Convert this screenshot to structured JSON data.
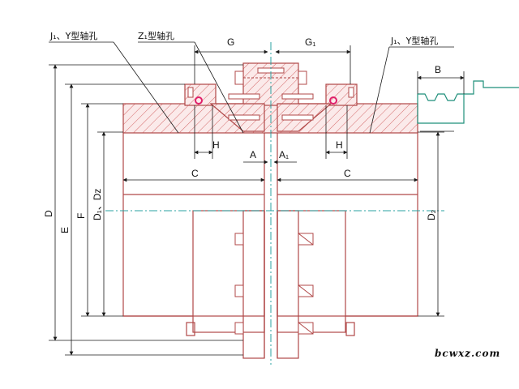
{
  "callouts": {
    "left_bore": "J₁、Y型轴孔",
    "center_bore": "Z₁型轴孔",
    "right_bore": "J₁、Y型轴孔"
  },
  "dims": {
    "G": "G",
    "G1": "G₁",
    "B": "B",
    "H_left": "H",
    "H_right": "H",
    "A": "A",
    "A1": "A₁",
    "C_left": "C",
    "C_right": "C",
    "D": "D",
    "E": "E",
    "F": "F",
    "D1_Dz": "D₁、Dz",
    "D2": "D₂"
  },
  "watermark": "bcwxz.com",
  "colors": {
    "outline": "#b04848",
    "hatch": "#d46a6a",
    "dim": "#1a1a1a",
    "centerline": "#2aa0a0",
    "tooth": "#1f8f7a",
    "seal": "#e0206a"
  }
}
